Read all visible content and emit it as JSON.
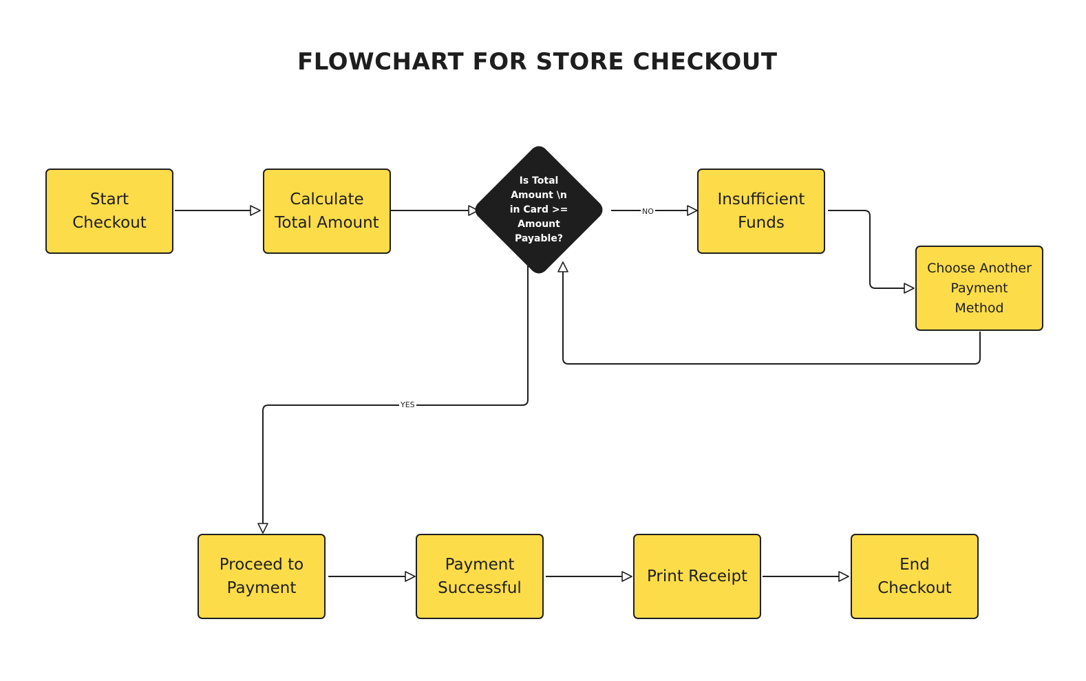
{
  "title": "FLOWCHART FOR STORE CHECKOUT",
  "nodes": {
    "start_checkout": "Start\nCheckout",
    "calculate_total": "Calculate\nTotal Amount",
    "decision": "Is Total\nAmount \\n\nin Card >=\nAmount\nPayable?",
    "insufficient_funds": "Insufficient\nFunds",
    "choose_another": "Choose Another\nPayment\nMethod",
    "proceed_payment": "Proceed to\nPayment",
    "payment_successful": "Payment\nSuccessful",
    "print_receipt": "Print Receipt",
    "end_checkout": "End\nCheckout"
  },
  "edges": {
    "no_label": "NO",
    "yes_label": "YES"
  },
  "colors": {
    "process_fill": "#fddc4a",
    "decision_fill": "#1e1e1e",
    "stroke": "#1e1e1e"
  }
}
